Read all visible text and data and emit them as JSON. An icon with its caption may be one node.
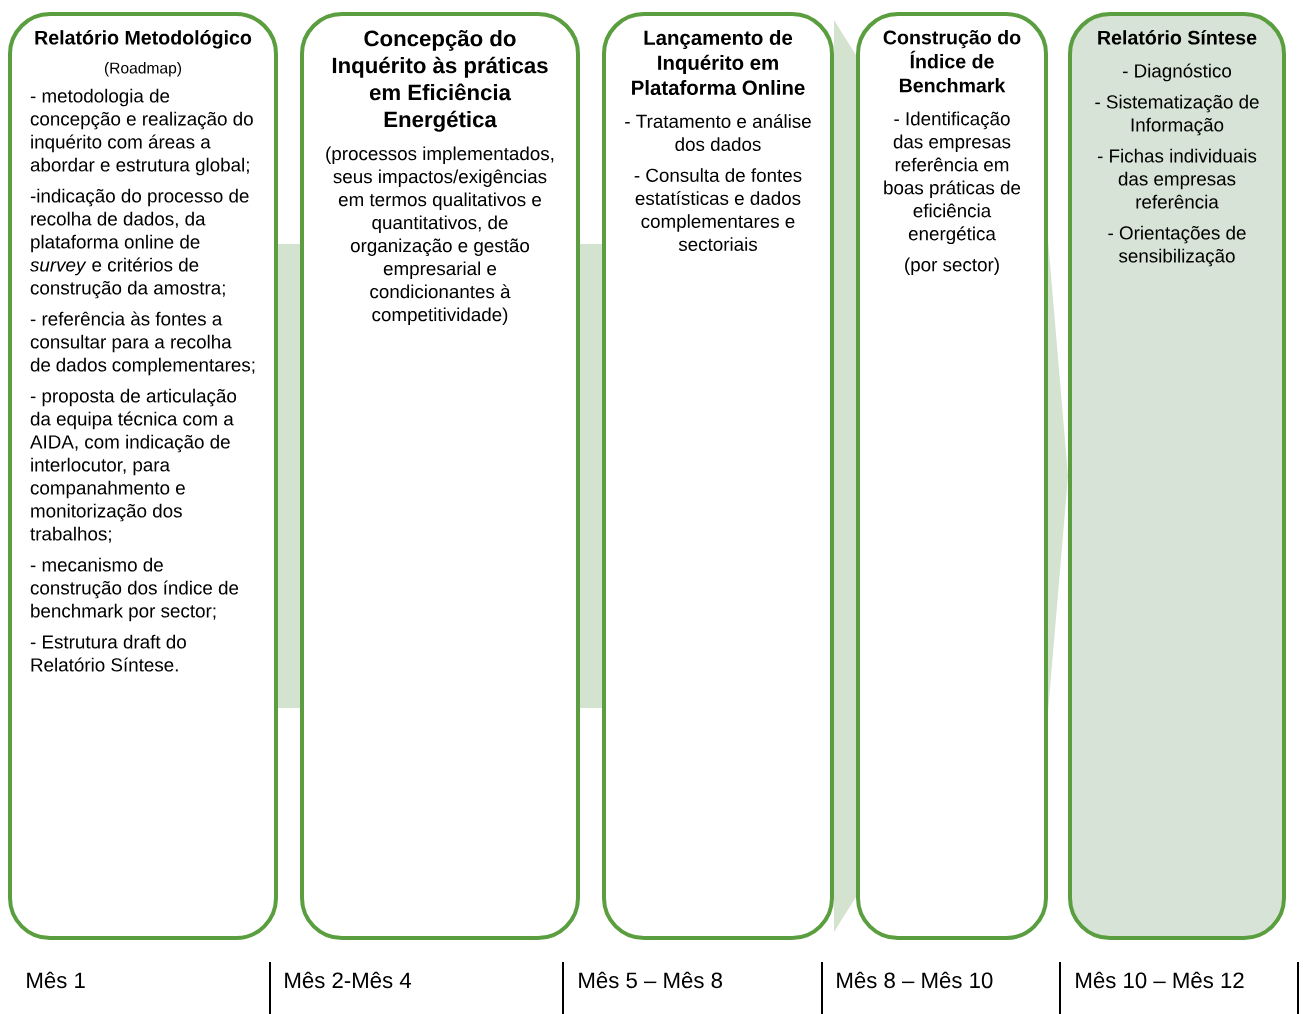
{
  "diagram": {
    "nodes": [
      {
        "text": [
          "Relatório Metodológico",
          "(Roadmap)",
          "- metodologia de concepção e realização do inquérito com áreas a abordar e estrutura global;",
          "-indicação do processo de recolha de dados, da plataforma online de *survey* e critérios de construção da amostra;",
          "- referência às fontes a consultar para a recolha de dados complementares;",
          "- proposta de articulação da equipa técnica com a AIDA, com indicação de interlocutor, para companahmento e monitorização dos trabalhos;",
          "- mecanismo de construção dos índice de benchmark por sector;",
          "- Estrutura draft do Relatório Síntese."
        ]
      },
      {
        "text": [
          "Concepção do Inquérito às práticas em Eficiência Energética",
          "(processos implementados, seus impactos/exigências em termos qualitativos e quantitativos, de organização e gestão empresarial e condicionantes à competitividade)"
        ]
      },
      {
        "text": [
          "Lançamento de Inquérito em Plataforma Online",
          "- Tratamento e análise dos dados",
          "- Consulta de fontes estatísticas e dados complementares e sectoriais"
        ]
      },
      {
        "text": [
          "Construção do Índice de Benchmark",
          "- Identificação das empresas referência em boas práticas de eficiência energética",
          "(por sector)"
        ]
      },
      {
        "text": [
          "Relatório Síntese",
          "- Diagnóstico",
          "- Sistematização de Informação",
          "- Fichas individuais das empresas referência",
          "- Orientações de sensibilização"
        ]
      }
    ],
    "edges": [
      {
        "from": 0,
        "to": 1,
        "arrow": "none"
      },
      {
        "from": 1,
        "to": 2,
        "arrow": "none"
      },
      {
        "from": 2,
        "to": 3,
        "arrow": "none",
        "style": "thick"
      },
      {
        "from": 3,
        "to": 4,
        "arrow": "to"
      }
    ],
    "labels": [
      "Mês 1",
      "Mês 2-Mês 4",
      "Mês 5 – Mês 8",
      "Mês 8 – Mês 10",
      "Mês 10 – Mês 12"
    ]
  }
}
